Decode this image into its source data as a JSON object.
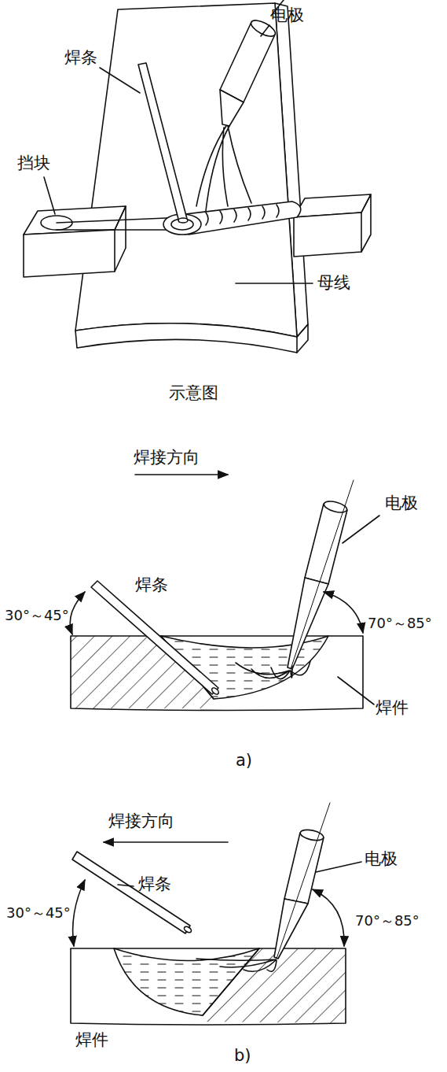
{
  "diagram": {
    "labels": [
      "电极",
      "焊条",
      "挡块",
      "母线",
      "示意图",
      "焊接方向",
      "电极",
      "焊条",
      "30°～45°",
      "70°～85°",
      "焊件",
      "a)",
      "焊接方向",
      "电极",
      "焊条",
      "30°～45°",
      "70°～85°",
      "焊件",
      "b)"
    ]
  }
}
